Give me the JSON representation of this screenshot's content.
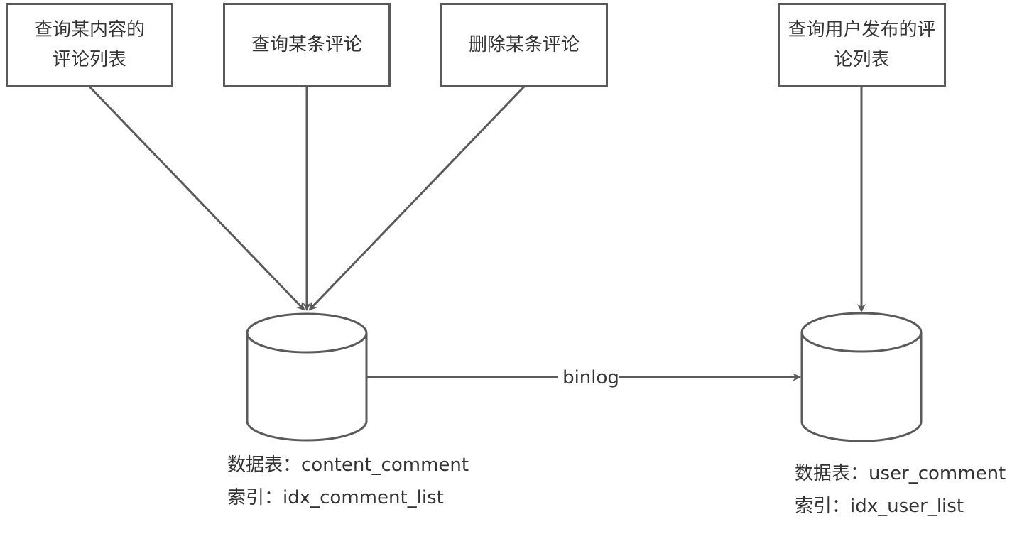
{
  "boxes": {
    "query_content_comments": "查询某内容的\n评论列表",
    "query_single_comment": "查询某条评论",
    "delete_comment": "删除某条评论",
    "query_user_comments": "查询用户发布的评\n论列表"
  },
  "edge_label": "binlog",
  "databases": {
    "content": {
      "table_line": "数据表：content_comment",
      "index_line": "索引：idx_comment_list"
    },
    "user": {
      "table_line": "数据表：user_comment",
      "index_line": "索引：idx_user_list"
    }
  },
  "colors": {
    "stroke": "#5a5a5a",
    "text": "#333333",
    "background": "#ffffff"
  }
}
